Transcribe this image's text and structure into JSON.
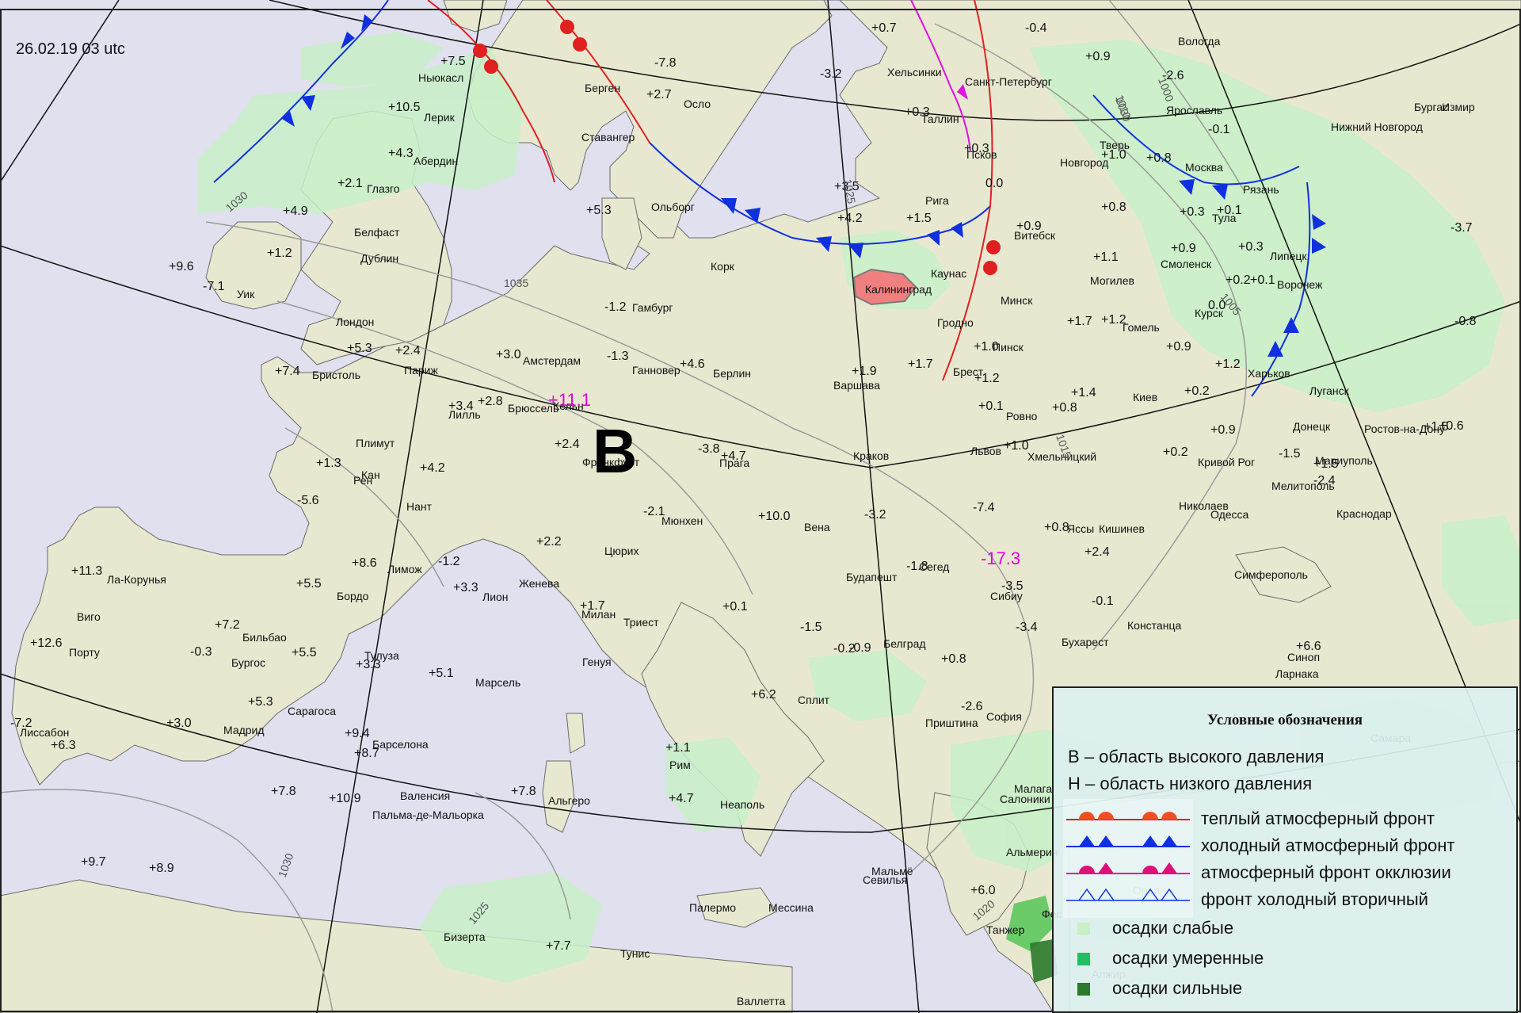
{
  "timestamp": "26.02.19 03 utc",
  "pressure_centers": [
    {
      "letter": "B"
    }
  ],
  "extreme_temps": [
    {
      "value": "+11.1",
      "color": "#e000e0"
    },
    {
      "value": "-17.3",
      "color": "#e000e0"
    }
  ],
  "isobar_labels": [
    "1030",
    "1035",
    "1030",
    "1025",
    "1020",
    "1015",
    "1010",
    "1005",
    "1000",
    "1025",
    "1030"
  ],
  "cities": [
    "Берген",
    "Осло",
    "Ставангер",
    "Ольборг",
    "Хельсинки",
    "Санкт-Петербург",
    "Вологда",
    "Таллин",
    "Псков",
    "Ярославль",
    "Нижний Новгород",
    "Новгород",
    "Тверь",
    "Москва",
    "Рязань",
    "Тула",
    "Липецк",
    "Воронеж",
    "Курск",
    "Харьков",
    "Луганск",
    "Донецк",
    "Ростов-на-Дону",
    "Мариуполь",
    "Мелитополь",
    "Краснодар",
    "Симферополь",
    "Николаев",
    "Одесса",
    "Кривой Рог",
    "Киев",
    "Гомель",
    "Смоленск",
    "Могилев",
    "Минск",
    "Витебск",
    "Рига",
    "Каунас",
    "Калининград",
    "Гродно",
    "Брест",
    "Пинск",
    "Ровно",
    "Львов",
    "Хмельницкий",
    "Ясcы",
    "Кишинев",
    "Бухарест",
    "Констанца",
    "Синоп",
    "Сибиу",
    "Сегед",
    "Будапешт",
    "Белград",
    "София",
    "Приштина",
    "Салоники",
    "Вена",
    "Краков",
    "Варшава",
    "Прага",
    "Берлин",
    "Гамбург",
    "Ганновер",
    "Амстердам",
    "Брюссель",
    "Лилль",
    "Кельн",
    "Франкфурт",
    "Мюнхен",
    "Цюрих",
    "Женева",
    "Лион",
    "Милан",
    "Генуя",
    "Триест",
    "Сплит",
    "Рим",
    "Неаполь",
    "Палермо",
    "Мессина",
    "Валлетта",
    "Тунис",
    "Бизерта",
    "Альгеро",
    "Пальма-де-Мальорка",
    "Валенсия",
    "Барселона",
    "Сарагоса",
    "Мадрид",
    "Бургос",
    "Бильбао",
    "Лиссабон",
    "Порту",
    "Виго",
    "Ла-Корунья",
    "Тулуза",
    "Марсель",
    "Бордо",
    "Лимож",
    "Нант",
    "Рен",
    "Кан",
    "Париж",
    "Лондон",
    "Бристоль",
    "Плимут",
    "Дублин",
    "Белфаст",
    "Глазго",
    "Абердин",
    "Ньюкасл",
    "Лерик",
    "Уик",
    "Корк",
    "Мальмё",
    "Севилья",
    "Малага",
    "Альмерия",
    "Танжер",
    "Фес",
    "Оран",
    "Алжир",
    "Самара",
    "Ларнака",
    "Бургас",
    "Измир"
  ],
  "temps": [
    "+7.5",
    "-7.8",
    "+2.7",
    "+10.5",
    "+4.3",
    "+2.1",
    "+4.9",
    "+1.2",
    "+9.6",
    "-7.1",
    "+5.3",
    "+0.7",
    "-0.4",
    "-3.2",
    "+0.9",
    "-2.6",
    "-0.1",
    "+0.3",
    "+0.3",
    "+1.0",
    "+0.8",
    "0.0",
    "+3.5",
    "+4.2",
    "+1.5",
    "+0.9",
    "+1.1",
    "+0.9",
    "+0.8",
    "+0.3",
    "+0.1",
    "+0.3",
    "+0.1",
    "+0.2",
    "-3.7",
    "-0.8",
    "0.0",
    "+1.7",
    "+1.2",
    "-1.2",
    "-1.3",
    "+3.0",
    "+4.6",
    "+2.4",
    "+5.3",
    "+7.4",
    "+3.4",
    "+2.8",
    "+2.4",
    "+1.9",
    "+1.7",
    "+1.0",
    "+1.2",
    "+0.1",
    "+0.8",
    "+1.4",
    "+0.9",
    "+1.2",
    "+0.2",
    "+0.9",
    "-1.5",
    "+1.5",
    "-2.4",
    "+0.2",
    "+1.5",
    "+1.0",
    "+0.6",
    "-3.8",
    "+4.7",
    "-2.1",
    "+10.0",
    "+1.3",
    "+4.2",
    "-5.6",
    "+2.2",
    "+8.6",
    "-1.2",
    "+3.3",
    "+1.7",
    "+0.1",
    "-1.5",
    "-0.9",
    "-3.2",
    "-7.4",
    "+0.8",
    "+2.4",
    "-1.8",
    "-3.5",
    "-0.1",
    "-3.4",
    "+6.6",
    "-0.2",
    "+0.8",
    "-2.6",
    "+11.3",
    "+5.5",
    "+7.2",
    "+12.6",
    "-0.3",
    "+5.5",
    "+3.3",
    "+8.7",
    "+5.1",
    "+5.3",
    "+3.0",
    "+9.4",
    "+6.2",
    "+6.3",
    "+7.8",
    "+10.9",
    "+1.1",
    "+4.7",
    "+7.8",
    "+9.7",
    "+8.9",
    "+6.0",
    "+7.7",
    "-7.2"
  ],
  "legend": {
    "title": "Условные обозначения",
    "high": "В – область высокого давления",
    "low": "Н – область низкого давления",
    "warm_front": "теплый атмосферный фронт",
    "cold_front": "холодный атмосферный фронт",
    "occluded_front": "атмосферный фронт окклюзии",
    "secondary_cold_front": "фронт холодный вторичный",
    "precip_light": "осадки слабые",
    "precip_moderate": "осадки умеренные",
    "precip_heavy": "осадки сильные"
  },
  "colors": {
    "sea": "#e0e0ef",
    "land": "#e8e8d0",
    "precip_light": "#c8f0c8",
    "precip_moderate": "#20c060",
    "precip_heavy": "#2a7a2a",
    "warm_front": "#e02020",
    "cold_front": "#1030e0",
    "occluded_front": "#e010e0",
    "extreme": "#e000e0"
  }
}
